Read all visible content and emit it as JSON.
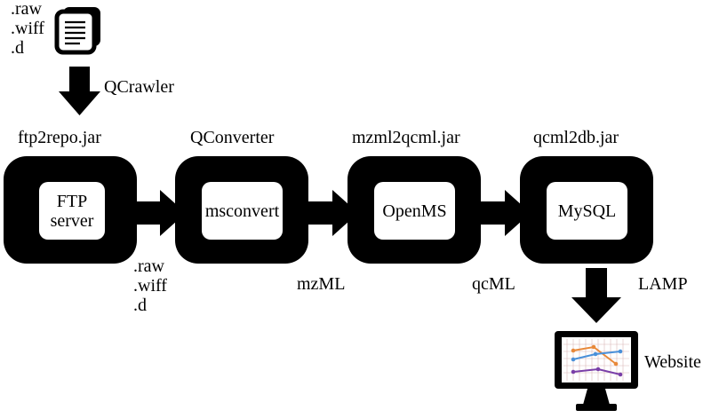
{
  "input_formats": [
    ".raw",
    ".wiff",
    ".d"
  ],
  "crawler_label": "QCrawler",
  "stages": [
    {
      "tool": "ftp2repo.jar",
      "box_lines": [
        "FTP",
        "server"
      ]
    },
    {
      "tool": "QConverter",
      "box_lines": [
        "msconvert"
      ]
    },
    {
      "tool": "mzml2qcml.jar",
      "box_lines": [
        "OpenMS"
      ]
    },
    {
      "tool": "qcml2db.jar",
      "box_lines": [
        "MySQL"
      ]
    }
  ],
  "transfer_formats": [
    {
      "lines": [
        ".raw",
        ".wiff",
        ".d"
      ]
    },
    {
      "lines": [
        "mzML"
      ]
    },
    {
      "lines": [
        "qcML"
      ]
    }
  ],
  "lamp_label": "LAMP",
  "website_label": "Website",
  "icons": {
    "documents": "documents-icon",
    "monitor": "monitor-chart-icon"
  },
  "chart_colors": [
    "#e8893a",
    "#4a90d9",
    "#7a3fa8"
  ]
}
